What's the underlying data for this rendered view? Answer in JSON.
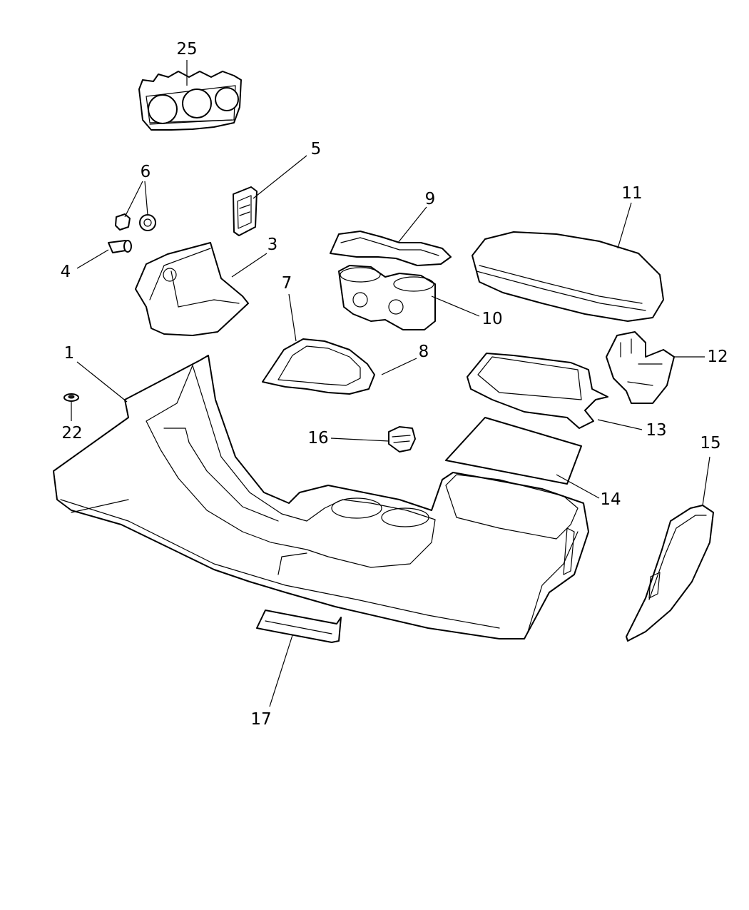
{
  "callouts": [
    {
      "id": "c25",
      "label": "25"
    },
    {
      "id": "c5",
      "label": "5"
    },
    {
      "id": "c6",
      "label": "6"
    },
    {
      "id": "c4",
      "label": "4"
    },
    {
      "id": "c3",
      "label": "3"
    },
    {
      "id": "c9",
      "label": "9"
    },
    {
      "id": "c11",
      "label": "11"
    },
    {
      "id": "c10",
      "label": "10"
    },
    {
      "id": "c7",
      "label": "7"
    },
    {
      "id": "c1",
      "label": "1"
    },
    {
      "id": "c8",
      "label": "8"
    },
    {
      "id": "c12",
      "label": "12"
    },
    {
      "id": "c22",
      "label": "22"
    },
    {
      "id": "c13",
      "label": "13"
    },
    {
      "id": "c16",
      "label": "16"
    },
    {
      "id": "c15",
      "label": "15"
    },
    {
      "id": "c14",
      "label": "14"
    },
    {
      "id": "c17",
      "label": "17"
    }
  ],
  "colors": {
    "line": "#000000",
    "background": "#ffffff"
  }
}
